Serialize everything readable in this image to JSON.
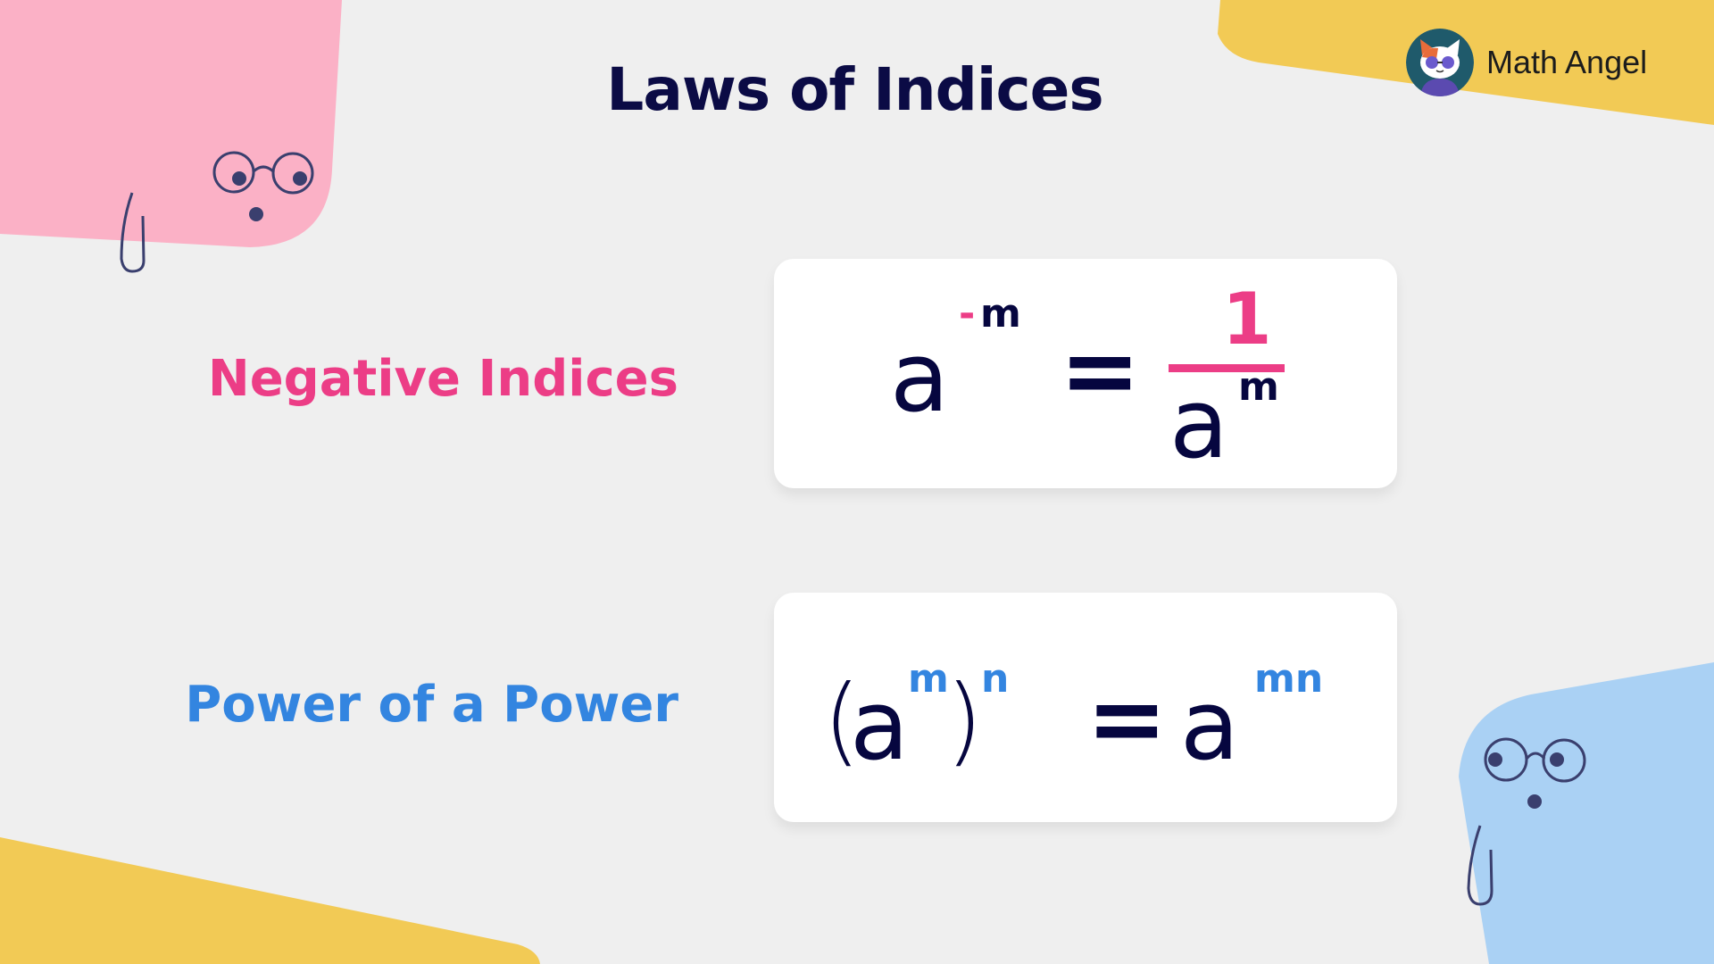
{
  "title": "Laws of Indices",
  "brand": {
    "name": "Math Angel",
    "logo_icon": "cat-with-sunglasses-logo"
  },
  "colors": {
    "background": "#efefef",
    "title": "#0b0b45",
    "pink_accent": "#ec3d86",
    "blue_accent": "#3385e0",
    "math_text": "#06063f",
    "pink_shape": "#fbb1c6",
    "yellow_shape": "#f2ca55",
    "blue_shape": "#aad1f4",
    "card": "#ffffff"
  },
  "laws": [
    {
      "label": "Negative Indices",
      "formula": {
        "lhs_base": "a",
        "lhs_exp_sign": "-",
        "lhs_exp": "m",
        "equals": "=",
        "numerator": "1",
        "denominator_base": "a",
        "denominator_exp": "m"
      }
    },
    {
      "label": "Power of a Power",
      "formula": {
        "open_paren": "(",
        "inner_base": "a",
        "inner_exp": "m",
        "close_paren": ")",
        "outer_exp": "n",
        "equals": "=",
        "rhs_base": "a",
        "rhs_exp": "mn"
      }
    }
  ]
}
